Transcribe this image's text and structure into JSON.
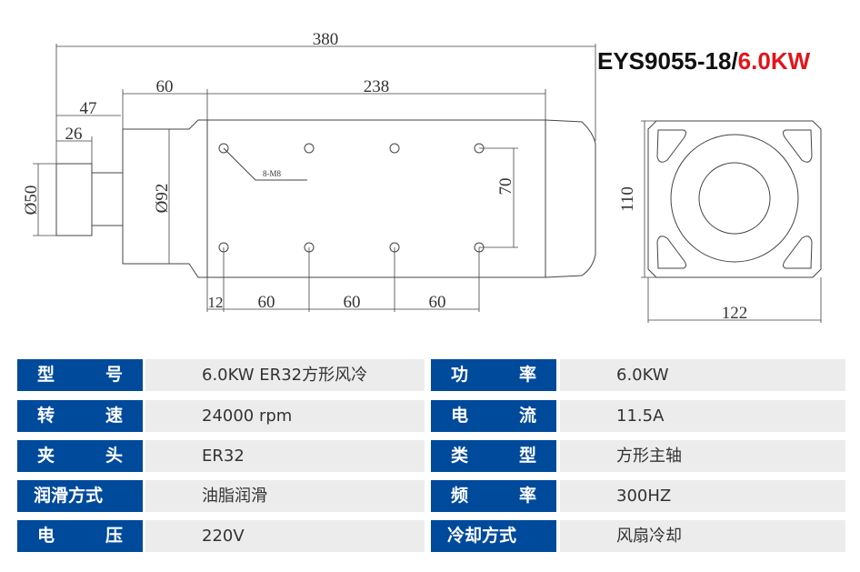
{
  "title": {
    "model": "EYS9055-18/",
    "power": "6.0KW",
    "power_color": "#e3141b"
  },
  "drawing": {
    "dims": {
      "total_length": "380",
      "front_length": "60",
      "body_length": "238",
      "nose_length": "47",
      "collet_length": "26",
      "collet_dia": "Ø50",
      "body_dia": "Ø92",
      "hole_spacing_v": "70",
      "hole_label": "8-M8",
      "hole_offset": "12",
      "hole_pitch_1": "60",
      "hole_pitch_2": "60",
      "hole_pitch_3": "60",
      "end_height": "110",
      "end_width": "122"
    }
  },
  "specs": [
    {
      "label": [
        "型",
        "号"
      ],
      "value": "6.0KW ER32方形风冷",
      "label2": [
        "功",
        "率"
      ],
      "value2": "6.0KW"
    },
    {
      "label": [
        "转",
        "速"
      ],
      "value": "24000 rpm",
      "label2": [
        "电",
        "流"
      ],
      "value2": "11.5A"
    },
    {
      "label": [
        "夹",
        "头"
      ],
      "value": "ER32",
      "label2": [
        "类",
        "型"
      ],
      "value2": "方形主轴"
    },
    {
      "label": [
        "润滑方式"
      ],
      "value": "油脂润滑",
      "label2": [
        "频",
        "率"
      ],
      "value2": "300HZ"
    },
    {
      "label": [
        "电",
        "压"
      ],
      "value": "220V",
      "label2": [
        "冷却方式"
      ],
      "value2": "风扇冷却"
    }
  ]
}
